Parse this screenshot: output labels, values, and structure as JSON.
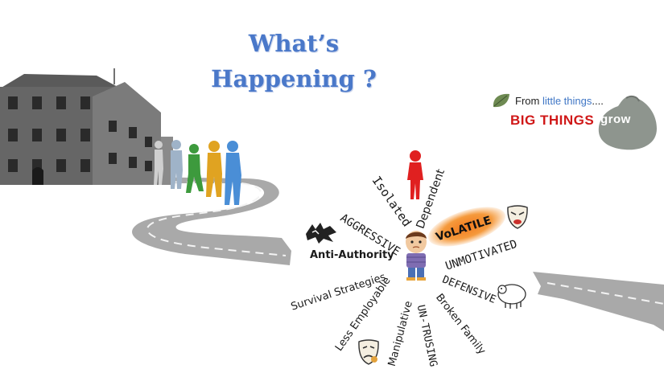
{
  "title": {
    "line1": "What’s",
    "line2": "Happening ?"
  },
  "logo": {
    "prefix": "From ",
    "highlight": "little things",
    "suffix": "....",
    "big": "BIG THINGS",
    "grow": "grow"
  },
  "words": {
    "isolated": "Isolated",
    "dependent": "Dependent",
    "volatile": "VoLATILE",
    "aggressive": "AGGRESSIVE",
    "anti_authority": "Anti-Authority",
    "unmotivated": "UNMOTIVATED",
    "defensive": "DEFENSIVE",
    "survival": "Survival Strategies",
    "less_employable": "Less Employable",
    "manipulative": "Manipulative",
    "un_trusting": "UN-TRUSING",
    "broken_family": "Broken Family"
  },
  "colors": {
    "title": "#4a78c9",
    "walkers": [
      "#c9c9c9",
      "#9fb3c8",
      "#3d9a3d",
      "#e0a321",
      "#4a8ed6"
    ],
    "red_figure": "#e02020",
    "volatile_glow": "#f27b1f",
    "logo_red": "#d01818",
    "logo_blue": "#3f76c5"
  },
  "icons": [
    "prison-building",
    "walking-people",
    "red-figure",
    "wolf-icon",
    "boy-figure",
    "angry-mask-icon",
    "sheep-icon",
    "sad-mask-icon",
    "leaf-icon",
    "seed-bag-icon"
  ]
}
